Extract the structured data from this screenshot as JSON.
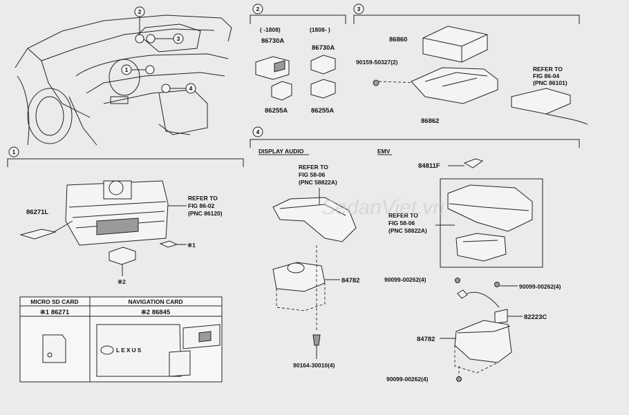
{
  "sections": {
    "s1": "1",
    "s2": "2",
    "s3": "3",
    "s4": "4"
  },
  "overview": {
    "c1": "1",
    "c2": "2",
    "c3": "3",
    "c4": "4"
  },
  "sec2": {
    "date_a": "( -1808)",
    "date_b": "(1808- )",
    "p1": "86730A",
    "p2": "86730A",
    "p3": "86255A",
    "p4": "86255A"
  },
  "sec3": {
    "bolt": "90159-50327(2)",
    "ecu": "86860",
    "bracket": "86862",
    "ref1": "REFER TO",
    "ref2": "FIG 86-04",
    "ref3": "(PNC 86101)"
  },
  "sec1": {
    "part": "86271L",
    "ref1": "REFER TO",
    "ref2": "FIG 86-02",
    "ref3": "(PNC 86120)",
    "note1": "※1",
    "note2": "※2"
  },
  "cards": {
    "h1": "MICRO SD CARD",
    "h2": "NAVIGATION CARD",
    "v1": "※1 86271",
    "v2": "※2 86845",
    "brand": "LEXUS"
  },
  "sec4": {
    "display_audio": "DISPLAY AUDIO",
    "emv": "EMV",
    "refA1": "REFER TO",
    "refA2": "FIG 58-06",
    "refA3": "(PNC 58822A)",
    "refB1": "REFER TO",
    "refB2": "FIG 58-06",
    "refB3": "(PNC 58822A)",
    "knob": "84782",
    "bolt_left": "90164-30010(4)",
    "switch": "84811F",
    "bolt1": "90099-00262(4)",
    "bolt2": "90099-00262(4)",
    "wire": "82223C",
    "emv_unit": "84782",
    "bolt3": "90099-00262(4)"
  },
  "watermark": "SedanViet.vn"
}
